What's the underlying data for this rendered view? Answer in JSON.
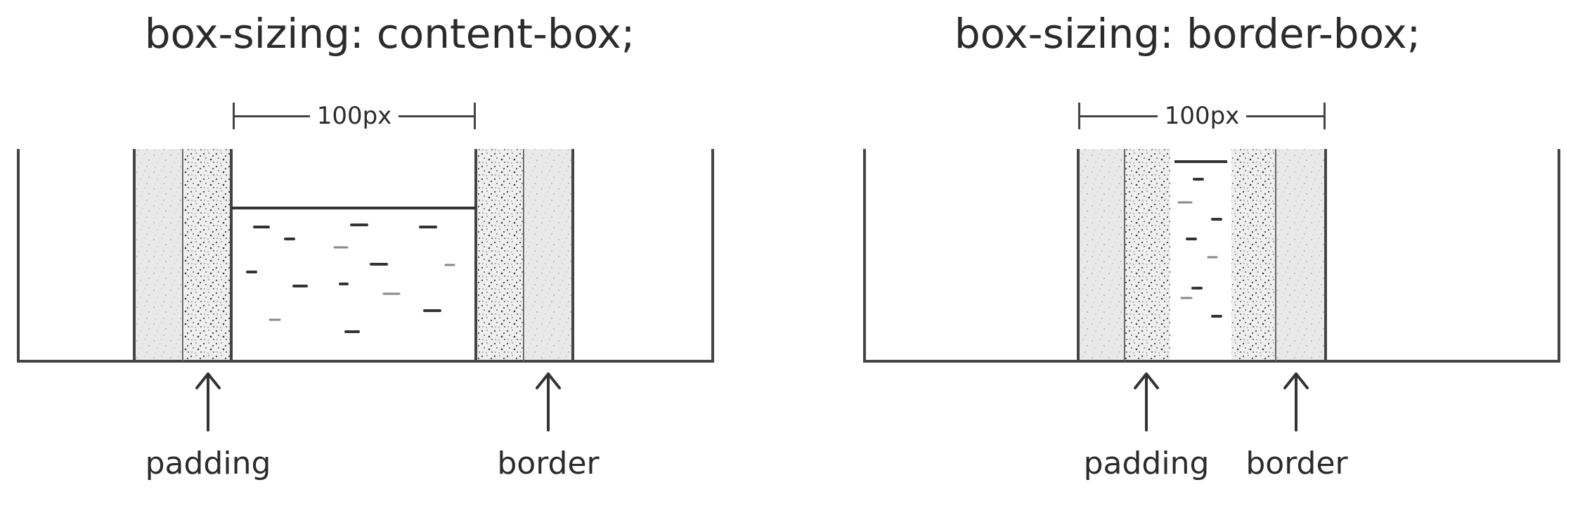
{
  "diagrams": [
    {
      "title": "box-sizing: content-box;",
      "width_label": "100px",
      "labels": {
        "padding": "padding",
        "border": "border"
      }
    },
    {
      "title": "box-sizing: border-box;",
      "width_label": "100px",
      "labels": {
        "padding": "padding",
        "border": "border"
      }
    }
  ]
}
